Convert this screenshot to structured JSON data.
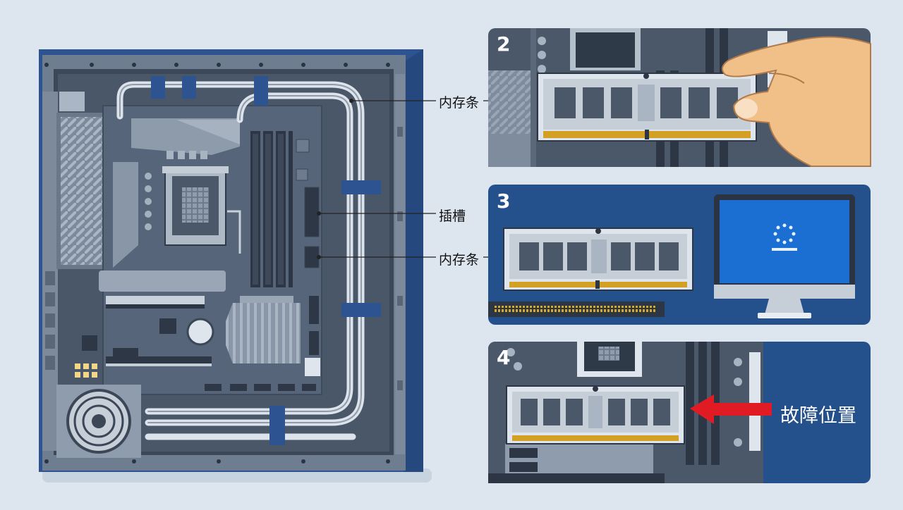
{
  "labels": {
    "memory_stick_1": "内存条",
    "slot": "插槽",
    "memory_stick_2": "内存条"
  },
  "panels": [
    {
      "number": "2"
    },
    {
      "number": "3"
    },
    {
      "number": "4",
      "annotation": "故障位置"
    }
  ],
  "colors": {
    "background": "#dde6ef",
    "case_frame": "#2d5390",
    "panel_bg": "#24508c",
    "board": "#4d5b6e",
    "screen": "#1b6fd2",
    "arrow": "#e01b24"
  }
}
